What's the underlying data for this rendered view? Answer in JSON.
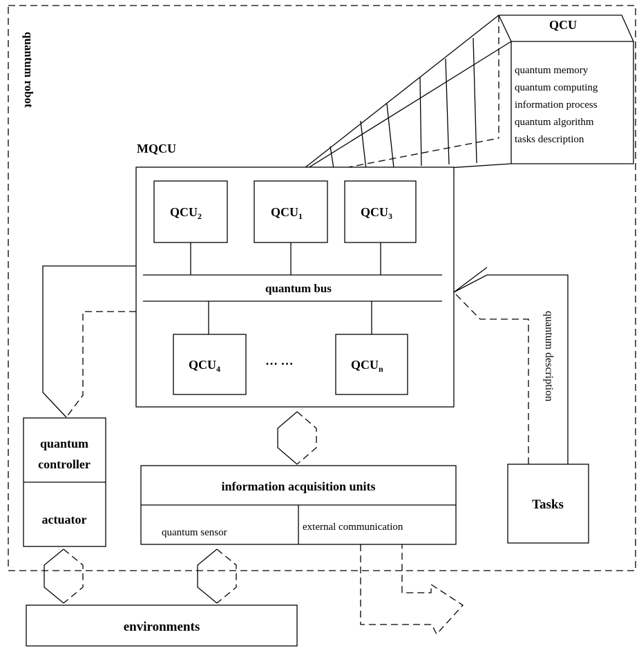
{
  "boundary_label": "quantum robot",
  "mqcu_label": "MQCU",
  "qcu_detail": {
    "title": "QCU",
    "lines": [
      "quantum memory",
      "quantum computing",
      "information process",
      "quantum algorithm",
      "tasks description"
    ]
  },
  "units": {
    "qcu2": {
      "base": "QCU",
      "sub": "2"
    },
    "qcu1": {
      "base": "QCU",
      "sub": "1"
    },
    "qcu3": {
      "base": "QCU",
      "sub": "3"
    },
    "qcu4": {
      "base": "QCU",
      "sub": "4"
    },
    "qcun": {
      "base": "QCU",
      "sub": "n"
    },
    "ellipsis": "… …"
  },
  "bus_label": "quantum bus",
  "controller": {
    "top": "quantum\ncontroller",
    "top_line1": "quantum",
    "top_line2": "controller",
    "bottom": "actuator"
  },
  "acquisition": {
    "title": "information acquisition units",
    "left": "quantum sensor",
    "right": "external communication"
  },
  "tasks_label": "Tasks",
  "quantum_description": "quantum description",
  "environments_label": "environments"
}
